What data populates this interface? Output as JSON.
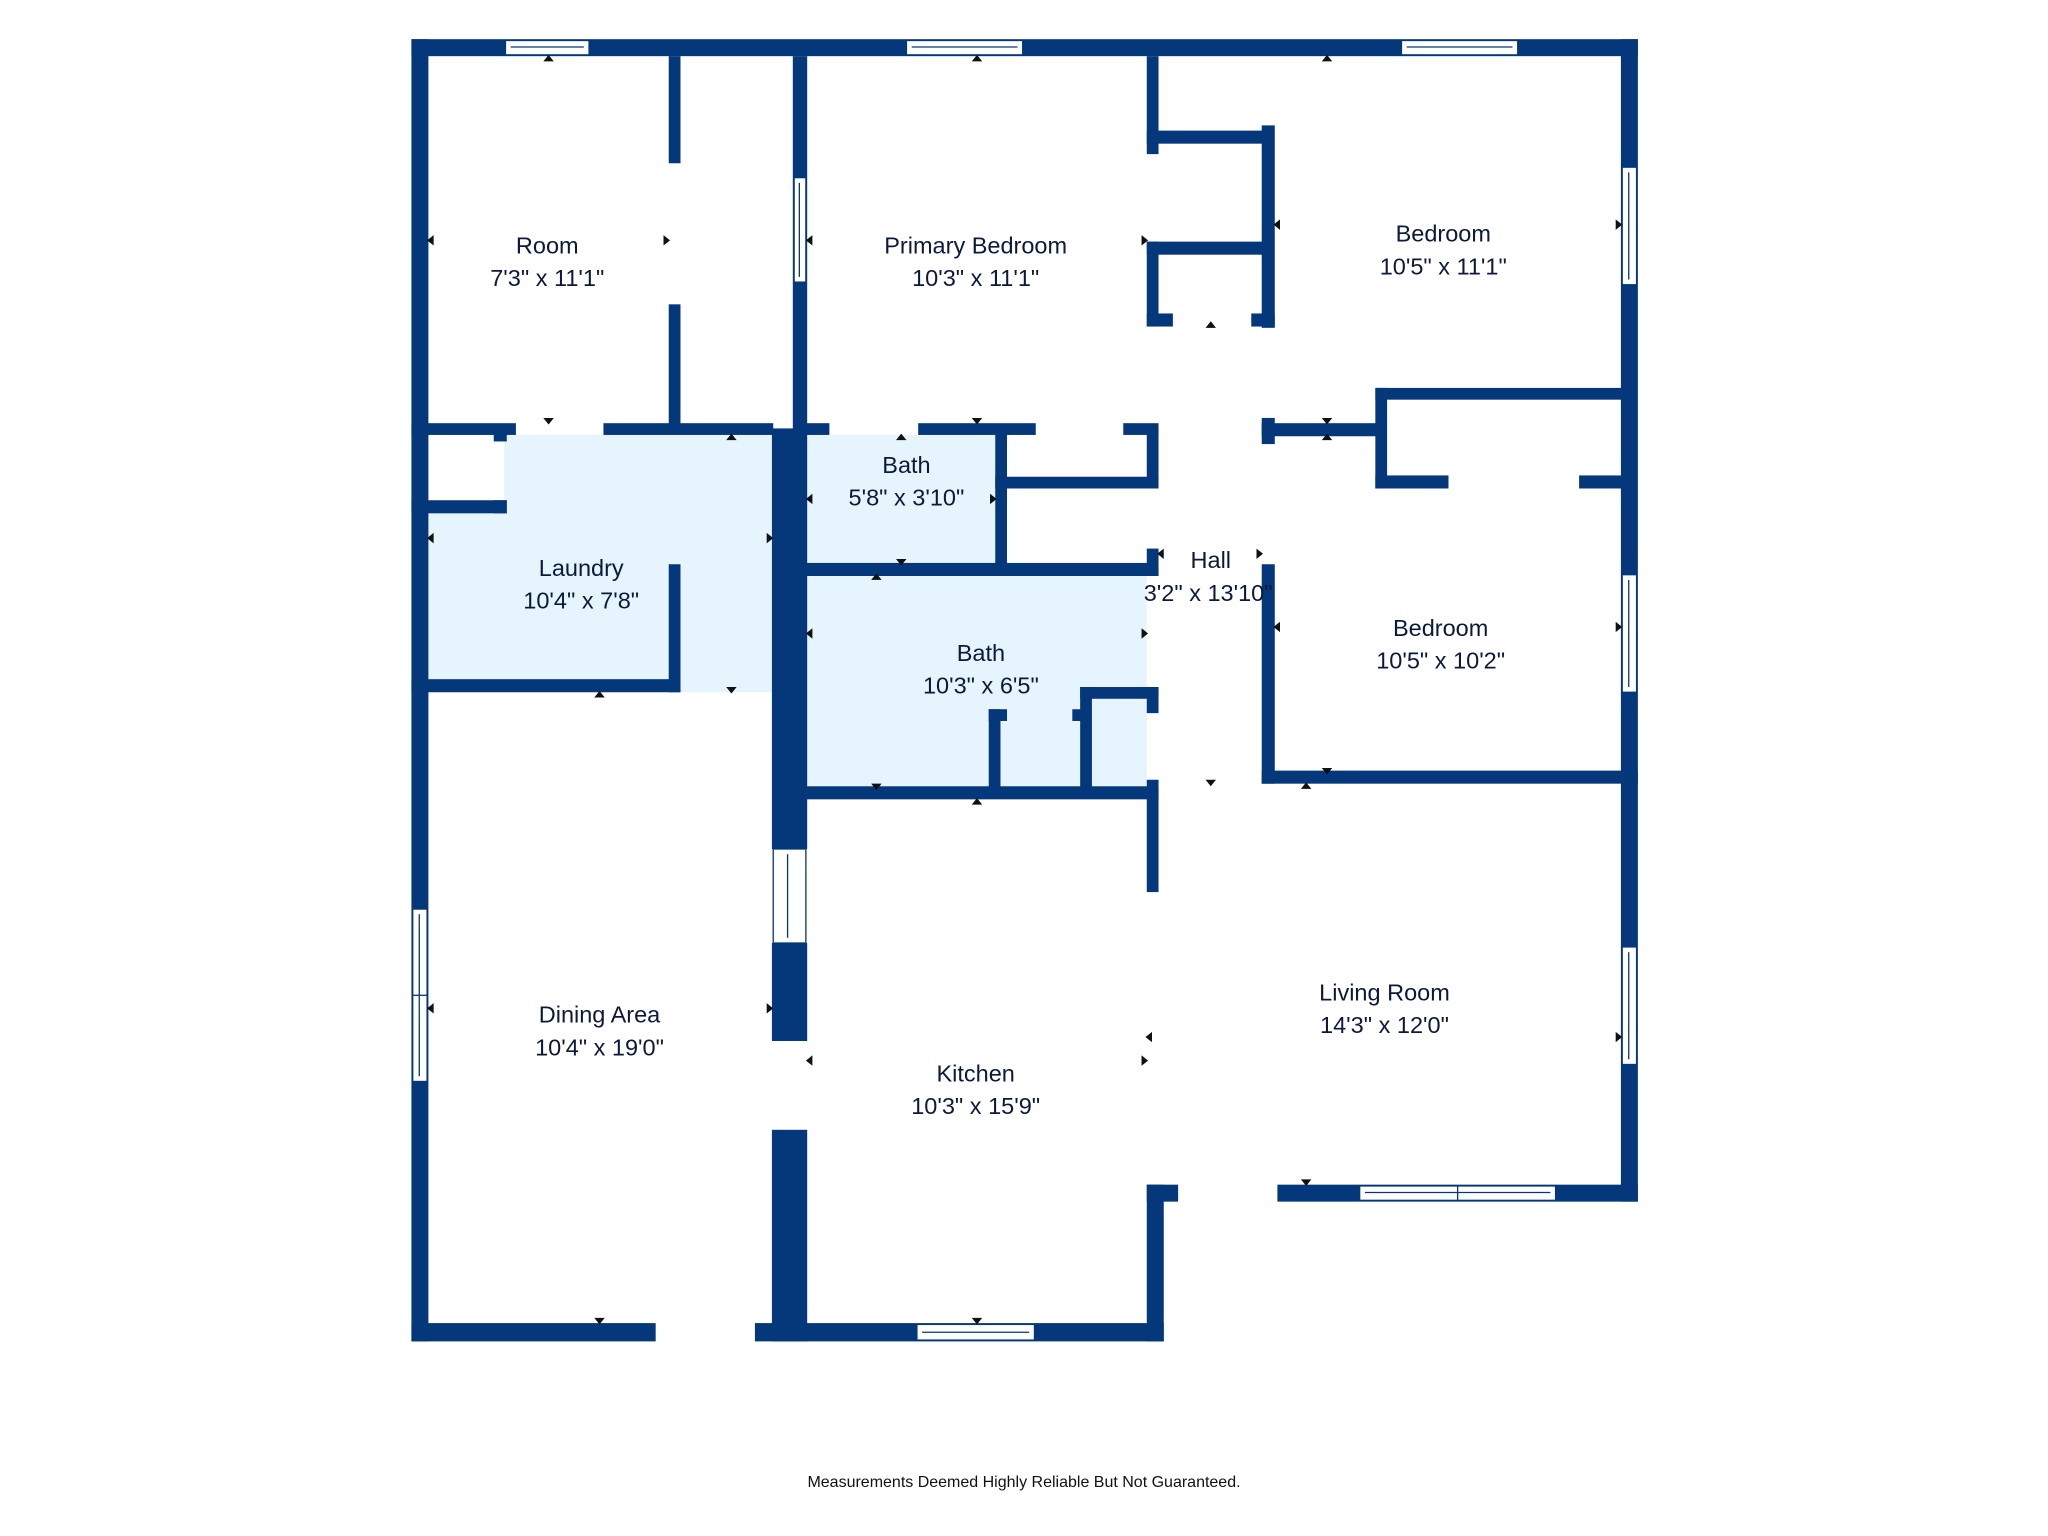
{
  "floorplan": {
    "colors": {
      "wall": "#05377b",
      "wet_room_fill": "#e6f4fd",
      "background": "#ffffff",
      "text": "#0b1a3a"
    },
    "rooms": [
      {
        "id": "room",
        "name": "Room",
        "dimensions": "7'3\" x 11'1\""
      },
      {
        "id": "primary-bedroom",
        "name": "Primary Bedroom",
        "dimensions": "10'3\" x 11'1\""
      },
      {
        "id": "bedroom-1",
        "name": "Bedroom",
        "dimensions": "10'5\" x 11'1\""
      },
      {
        "id": "laundry",
        "name": "Laundry",
        "dimensions": "10'4\" x 7'8\""
      },
      {
        "id": "bath-1",
        "name": "Bath",
        "dimensions": "5'8\" x 3'10\""
      },
      {
        "id": "hall",
        "name": "Hall",
        "dimensions": "3'2\" x 13'10\""
      },
      {
        "id": "bath-2",
        "name": "Bath",
        "dimensions": "10'3\" x 6'5\""
      },
      {
        "id": "bedroom-2",
        "name": "Bedroom",
        "dimensions": "10'5\" x 10'2\""
      },
      {
        "id": "dining-area",
        "name": "Dining Area",
        "dimensions": "10'4\" x 19'0\""
      },
      {
        "id": "kitchen",
        "name": "Kitchen",
        "dimensions": "10'3\" x 15'9\""
      },
      {
        "id": "living-room",
        "name": "Living Room",
        "dimensions": "14'3\" x 12'0\""
      }
    ]
  },
  "footer": {
    "disclaimer": "Measurements Deemed Highly Reliable But Not Guaranteed."
  }
}
